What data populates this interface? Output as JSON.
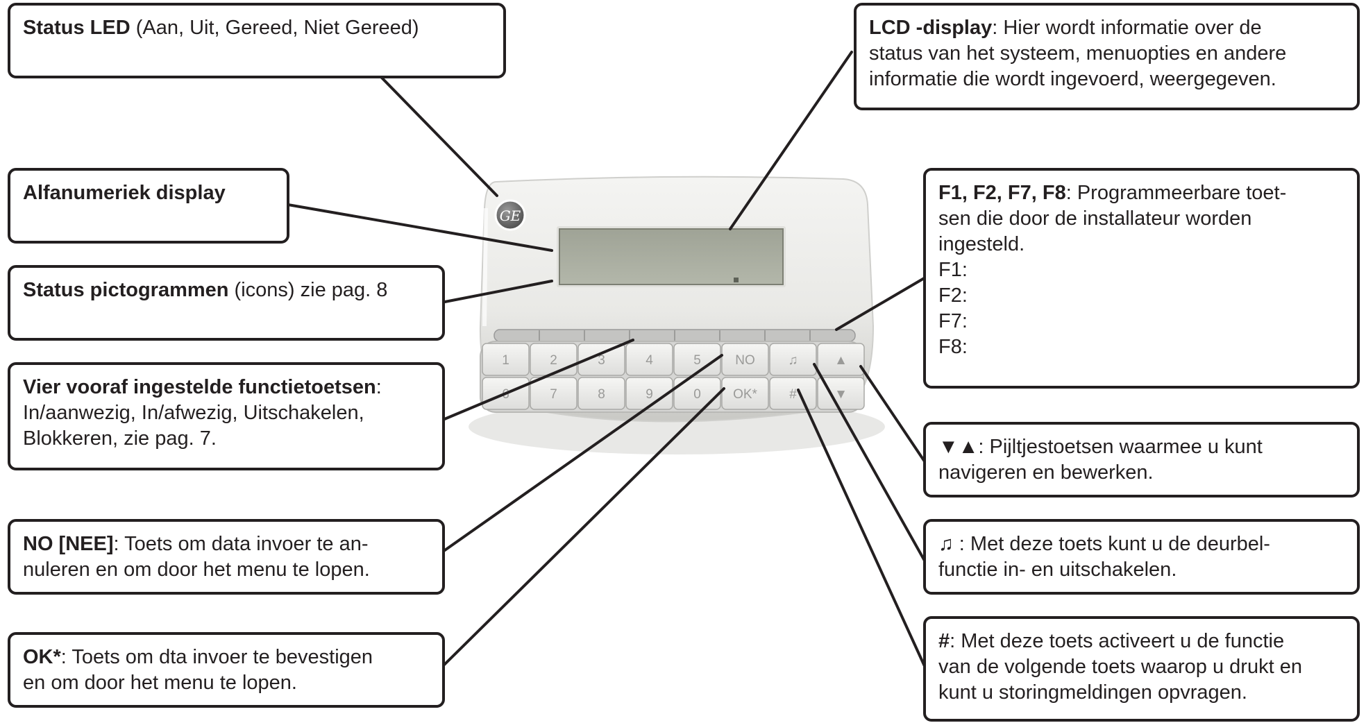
{
  "callouts": {
    "status_led": {
      "title": "Status LED",
      "text": " (Aan, Uit, Gereed, Niet Gereed)"
    },
    "lcd": {
      "title": "LCD -display",
      "text": ": Hier wordt informatie over de status van het systeem, menuopties en andere informatie die wordt ingevoerd, weergegeven.",
      "lines": [
        ": Hier wordt informatie over de",
        "status van het systeem, menuopties en andere",
        "informatie die wordt ingevoerd, weergegeven."
      ]
    },
    "alfanumeriek": {
      "title": "Alfanumeriek display"
    },
    "pictogrammen": {
      "title": "Status pictogrammen",
      "text": " (icons) zie pag. 8"
    },
    "functietoetsen": {
      "title": "Vier vooraf ingestelde functietoetsen",
      "lines": [
        ":",
        "In/aanwezig, In/afwezig, Uitschakelen,",
        "Blokkeren, zie pag. 7."
      ]
    },
    "no": {
      "title": "NO [NEE]",
      "lines": [
        ": Toets om data  invoer te an-",
        "nuleren en om door het menu te lopen."
      ]
    },
    "ok": {
      "title": "OK*",
      "lines": [
        ": Toets om dta invoer te bevestigen",
        "en om door het menu te lopen."
      ]
    },
    "programmable": {
      "title": "F1, F2, F7, F8",
      "lines": [
        ": Programmeerbare toet-",
        "sen die door de installateur worden",
        "ingesteld."
      ],
      "keys": [
        "F1:",
        "F2:",
        "F7:",
        "F8:"
      ]
    },
    "arrows": {
      "symbol": "▼▲",
      "lines": [
        ": Pijltjestoetsen waarmee u kunt",
        "navigeren en bewerken."
      ]
    },
    "chime": {
      "symbol": "♫",
      "lines": [
        " : Met deze toets kunt u de deurbel-",
        "functie in- en uitschakelen."
      ]
    },
    "hash": {
      "title": "#",
      "lines": [
        ": Met deze toets activeert u de functie",
        "van de volgende toets waarop u drukt en",
        "kunt u storingmeldingen opvragen."
      ]
    }
  },
  "device": {
    "logo": "GE",
    "keys_row1": [
      "1",
      "2",
      "3",
      "4",
      "5",
      "NO",
      "♫",
      "▲"
    ],
    "keys_row2": [
      "6",
      "7",
      "8",
      "9",
      "0",
      "OK*",
      "#",
      "▼"
    ]
  }
}
